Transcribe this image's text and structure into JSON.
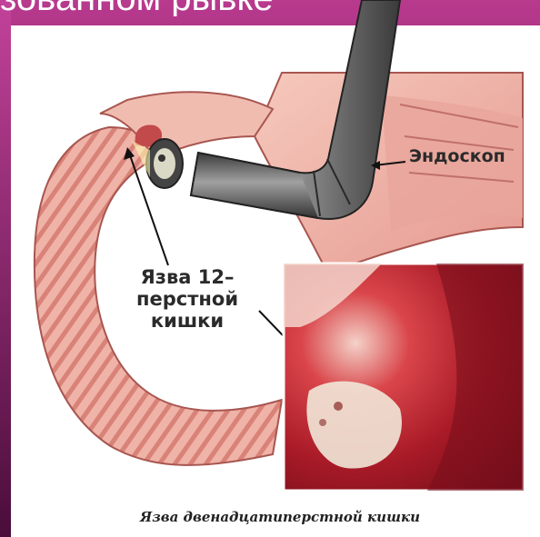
{
  "slide": {
    "title_fragment": "зованном рывке"
  },
  "diagram": {
    "label_endoscope": "Эндоскоп",
    "label_ulcer_line1": "Язва 12–",
    "label_ulcer_line2": "перстной",
    "label_ulcer_line3": "кишки",
    "caption": "Язва двенадцатиперстной кишки"
  },
  "colors": {
    "slide_accent": "#b83a8e",
    "tissue": "#f0b6aa",
    "tissue_dark": "#d77e77",
    "scope": "#555555",
    "endoscopy_photo": "#b3202a"
  }
}
